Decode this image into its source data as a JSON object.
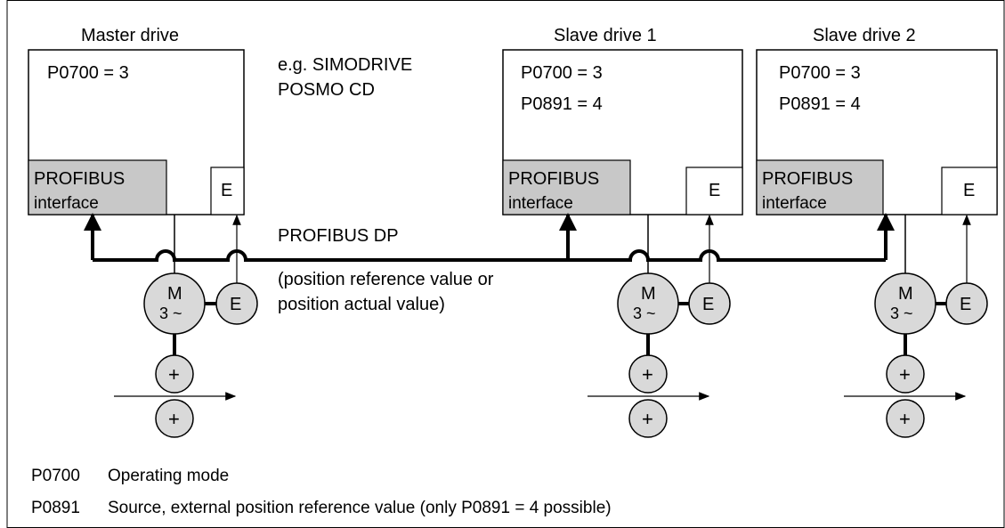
{
  "drives": [
    {
      "title": "Master drive",
      "params": [
        "P0700 = 3"
      ],
      "interface": [
        "PROFIBUS",
        "interface"
      ],
      "encoder_box": "E"
    },
    {
      "title": "Slave drive 1",
      "params": [
        "P0700 = 3",
        "P0891 = 4"
      ],
      "interface": [
        "PROFIBUS",
        "interface"
      ],
      "encoder_box": "E"
    },
    {
      "title": "Slave drive 2",
      "params": [
        "P0700 = 3",
        "P0891 = 4"
      ],
      "interface": [
        "PROFIBUS",
        "interface"
      ],
      "encoder_box": "E"
    }
  ],
  "example_note": [
    "e.g. SIMODRIVE",
    "POSMO CD"
  ],
  "bus_label": "PROFIBUS DP",
  "bus_note": [
    "(position reference value or",
    "position actual value)"
  ],
  "motor": {
    "m": "M",
    "phase": "3 ~",
    "encoder": "E",
    "roller_symbol": "+"
  },
  "legend": [
    {
      "code": "P0700",
      "text": "Operating mode"
    },
    {
      "code": "P0891",
      "text": "Source, external position reference value (only P0891 = 4 possible)"
    }
  ]
}
